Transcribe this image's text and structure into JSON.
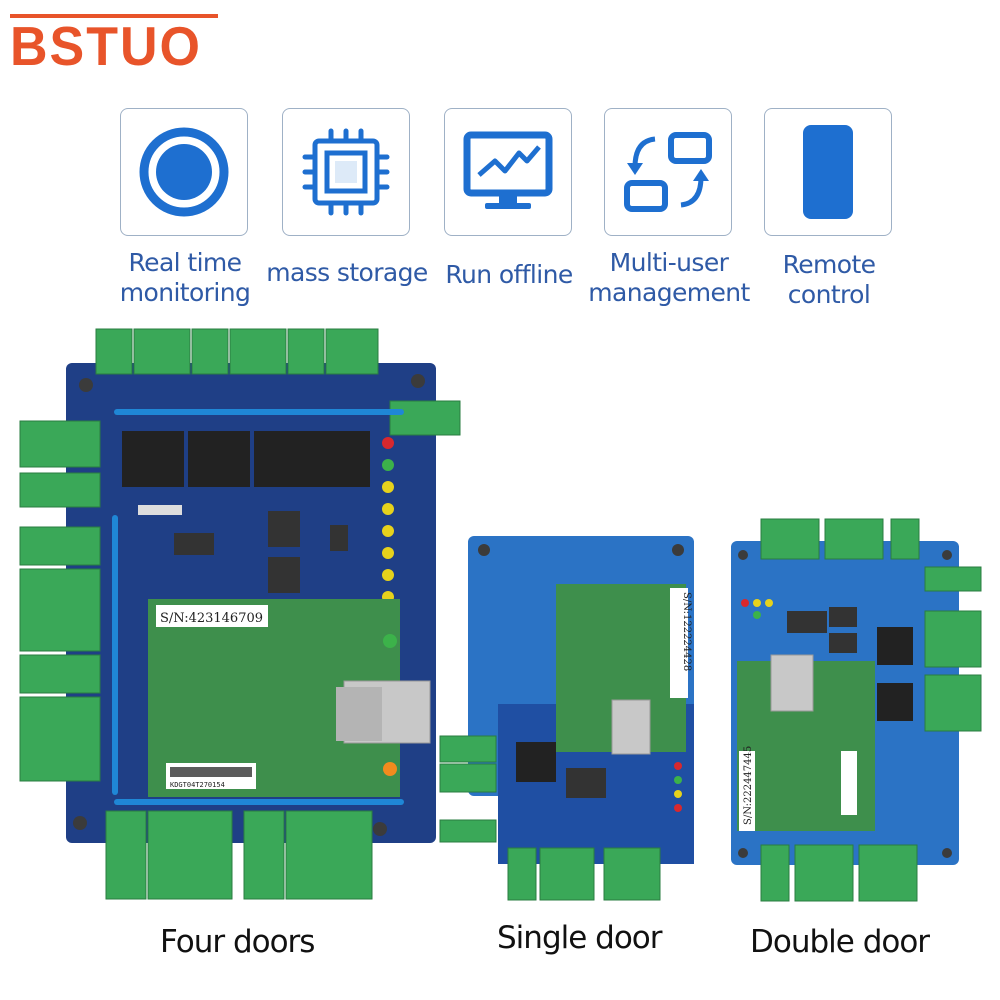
{
  "brand": {
    "name": "BSTUO",
    "color": "#e8542a"
  },
  "features": [
    {
      "icon": "record-circle-icon",
      "label_l1": "Real time",
      "label_l2": "monitoring"
    },
    {
      "icon": "chip-icon",
      "label_l1": "mass storage",
      "label_l2": ""
    },
    {
      "icon": "monitor-chart-icon",
      "label_l1": "Run offline",
      "label_l2": ""
    },
    {
      "icon": "sync-icon",
      "label_l1": "Multi-user",
      "label_l2": "management"
    },
    {
      "icon": "smartphone-icon",
      "label_l1": "Remote",
      "label_l2": "control"
    }
  ],
  "accent_color": "#1e6fd0",
  "products": [
    {
      "caption": "Four doors",
      "serial": "S/N:423146709",
      "barcode": "KDGT04T270154"
    },
    {
      "caption": "Single door",
      "serial": "S/N:122224428",
      "barcode": ""
    },
    {
      "caption": "Double door",
      "serial": "S/N:222447445",
      "barcode": ""
    }
  ]
}
